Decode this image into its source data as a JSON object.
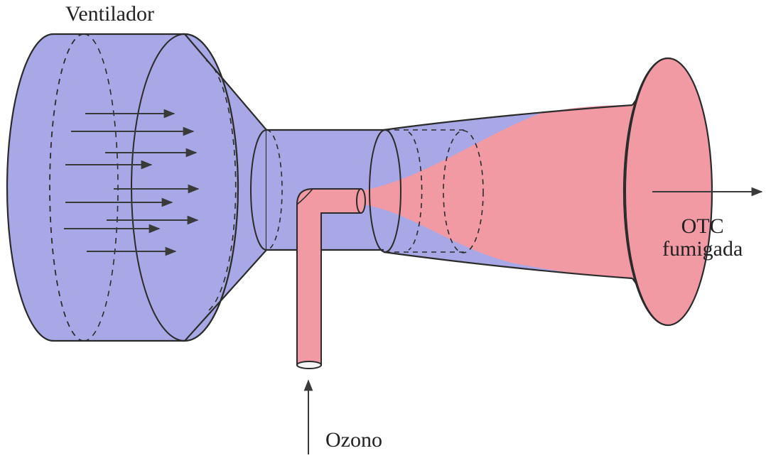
{
  "labels": {
    "fan": "Ventilador",
    "ozone": "Ozono",
    "output_line1": "OTC",
    "output_line2": "fumigada"
  },
  "colors": {
    "air_tube": "#a9a8e6",
    "ozone_gas": "#f19aa4",
    "outline": "#2b2b2b",
    "text": "#222222"
  }
}
